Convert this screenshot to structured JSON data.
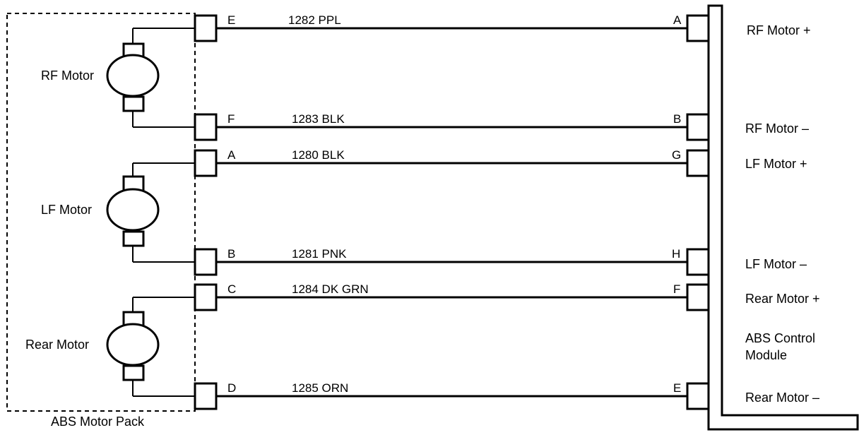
{
  "motor_pack": {
    "label": "ABS Motor Pack",
    "motors": [
      {
        "label": "RF Motor"
      },
      {
        "label": "LF Motor"
      },
      {
        "label": "Rear Motor"
      }
    ]
  },
  "circuits": [
    {
      "left_pin": "E",
      "wire": "1282 PPL",
      "right_pin": "A",
      "module_label": "RF Motor +"
    },
    {
      "left_pin": "F",
      "wire": "1283 BLK",
      "right_pin": "B",
      "module_label": "RF Motor –"
    },
    {
      "left_pin": "A",
      "wire": "1280 BLK",
      "right_pin": "G",
      "module_label": "LF Motor +"
    },
    {
      "left_pin": "B",
      "wire": "1281 PNK",
      "right_pin": "H",
      "module_label": "LF Motor –"
    },
    {
      "left_pin": "C",
      "wire": "1284 DK GRN",
      "right_pin": "F",
      "module_label": "Rear Motor +"
    },
    {
      "left_pin": "D",
      "wire": "1285 ORN",
      "right_pin": "E",
      "module_label": "Rear Motor –"
    }
  ],
  "control_module": {
    "label_line1": "ABS Control",
    "label_line2": "Module"
  }
}
